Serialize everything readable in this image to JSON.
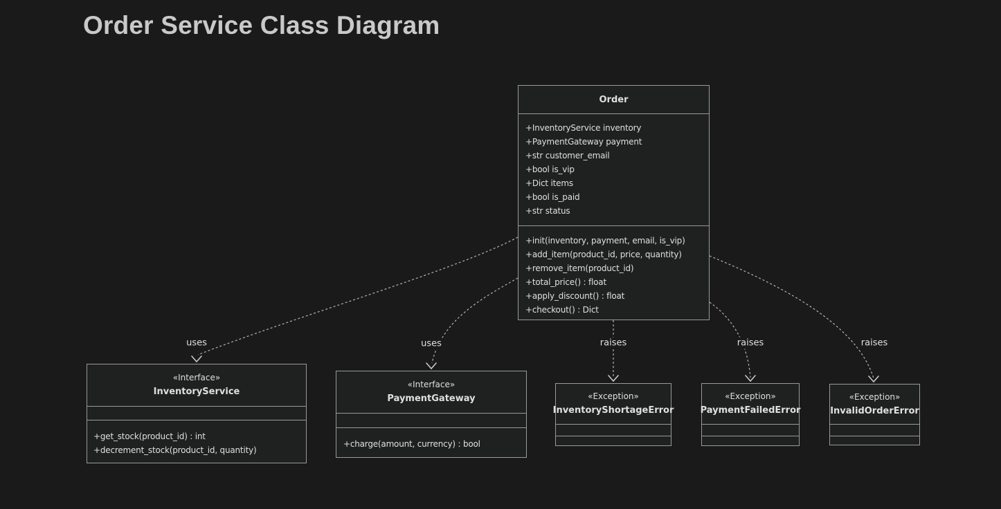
{
  "title": "Order Service Class Diagram",
  "colors": {
    "background": "#1a1a1a",
    "node_fill": "#1f2020",
    "node_border": "#9a9a9a",
    "text": "#e0dfdf",
    "edge": "#b3b3b3",
    "title_text": "#c9c9c9"
  },
  "classes": {
    "order": {
      "name": "Order",
      "attributes": [
        "+InventoryService inventory",
        "+PaymentGateway payment",
        "+str customer_email",
        "+bool is_vip",
        "+Dict items",
        "+bool is_paid",
        "+str status"
      ],
      "methods": [
        "+init(inventory, payment, email, is_vip)",
        "+add_item(product_id, price, quantity)",
        "+remove_item(product_id)",
        "+total_price() : float",
        "+apply_discount() : float",
        "+checkout() : Dict"
      ]
    },
    "inventory_service": {
      "stereotype": "«Interface»",
      "name": "InventoryService",
      "methods": [
        "+get_stock(product_id) : int",
        "+decrement_stock(product_id, quantity)"
      ]
    },
    "payment_gateway": {
      "stereotype": "«Interface»",
      "name": "PaymentGateway",
      "methods": [
        "+charge(amount, currency) : bool"
      ]
    },
    "inventory_shortage_error": {
      "stereotype": "«Exception»",
      "name": "InventoryShortageError"
    },
    "payment_failed_error": {
      "stereotype": "«Exception»",
      "name": "PaymentFailedError"
    },
    "invalid_order_error": {
      "stereotype": "«Exception»",
      "name": "InvalidOrderError"
    }
  },
  "edges": {
    "uses_inventory": {
      "label": "uses"
    },
    "uses_payment": {
      "label": "uses"
    },
    "raises_shortage": {
      "label": "raises"
    },
    "raises_payment_failed": {
      "label": "raises"
    },
    "raises_invalid_order": {
      "label": "raises"
    }
  }
}
